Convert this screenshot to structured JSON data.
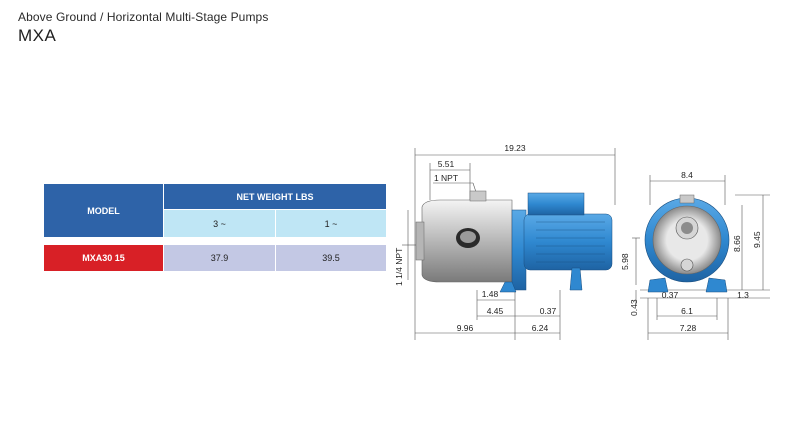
{
  "header": {
    "subtitle": "Above Ground / Horizontal Multi-Stage Pumps",
    "title": "MXA"
  },
  "table": {
    "model_label": "MODEL",
    "weight_label": "NET WEIGHT LBS",
    "phase_3": "3 ~",
    "phase_1": "1 ~",
    "row": {
      "model": "MXA30 15",
      "weight_3": "37.9",
      "weight_1": "39.5"
    },
    "colors": {
      "header_bg": "#2e63a8",
      "subheader_bg": "#bfe6f5",
      "model_bg": "#d82026",
      "value_bg": "#c3c8e4"
    }
  },
  "side_view": {
    "overall_length": "19.23",
    "suction_offset": "5.51",
    "discharge_label": "1 NPT",
    "suction_label": "1 1/4  NPT",
    "foot_offset": "1.48",
    "base_a": "4.45",
    "base_b": "0.37",
    "front_length": "9.96",
    "rear_length": "6.24",
    "motor_color": "#2f88d0"
  },
  "front_view": {
    "width": "8.4",
    "total_height": "9.45",
    "discharge_height": "8.66",
    "axis_height": "5.98",
    "foot_height": "0.43",
    "foot_inset": "0.37",
    "foot_width": "1.3",
    "hole_spacing": "6.1",
    "base_width": "7.28"
  }
}
